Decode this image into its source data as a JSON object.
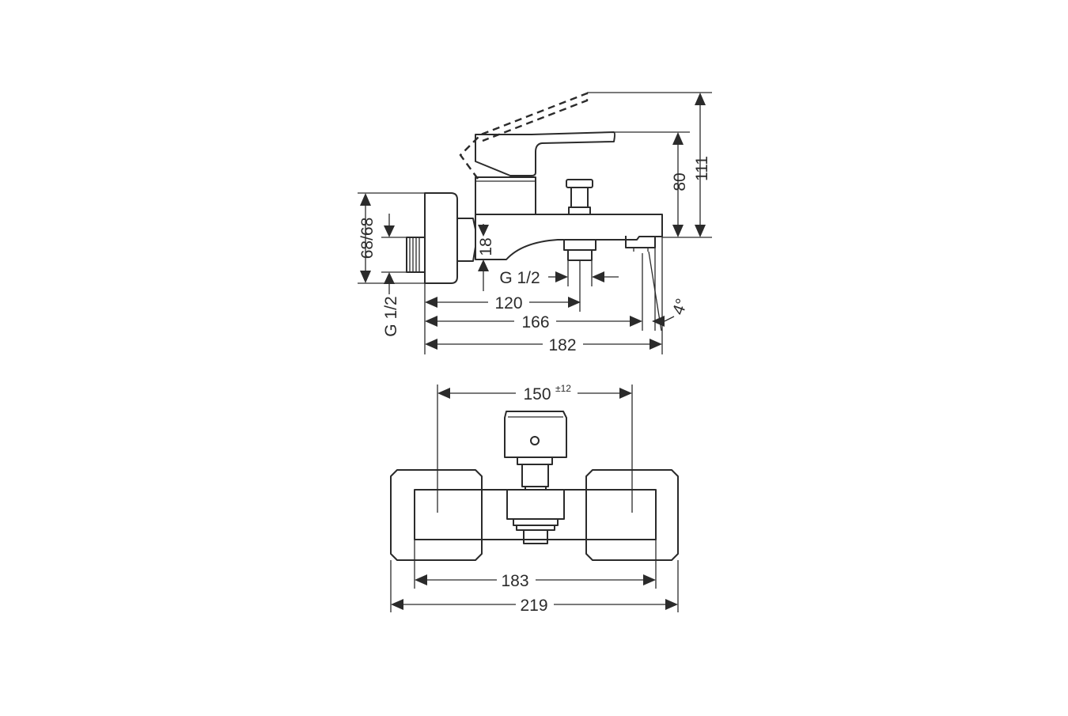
{
  "drawing": {
    "side_view": {
      "height_overall": "111",
      "height_spout": "80",
      "wall_depth": "68/68",
      "spout_thickness": "18",
      "outlet_thread": "G 1/2",
      "inlet_thread": "G 1/2",
      "outlet_position": "120",
      "spout_reach": "166",
      "total_depth": "182",
      "outlet_angle": "4°"
    },
    "front_view": {
      "centre_distance": "150",
      "centre_tolerance": "±12",
      "body_width": "183",
      "total_width": "219"
    }
  }
}
